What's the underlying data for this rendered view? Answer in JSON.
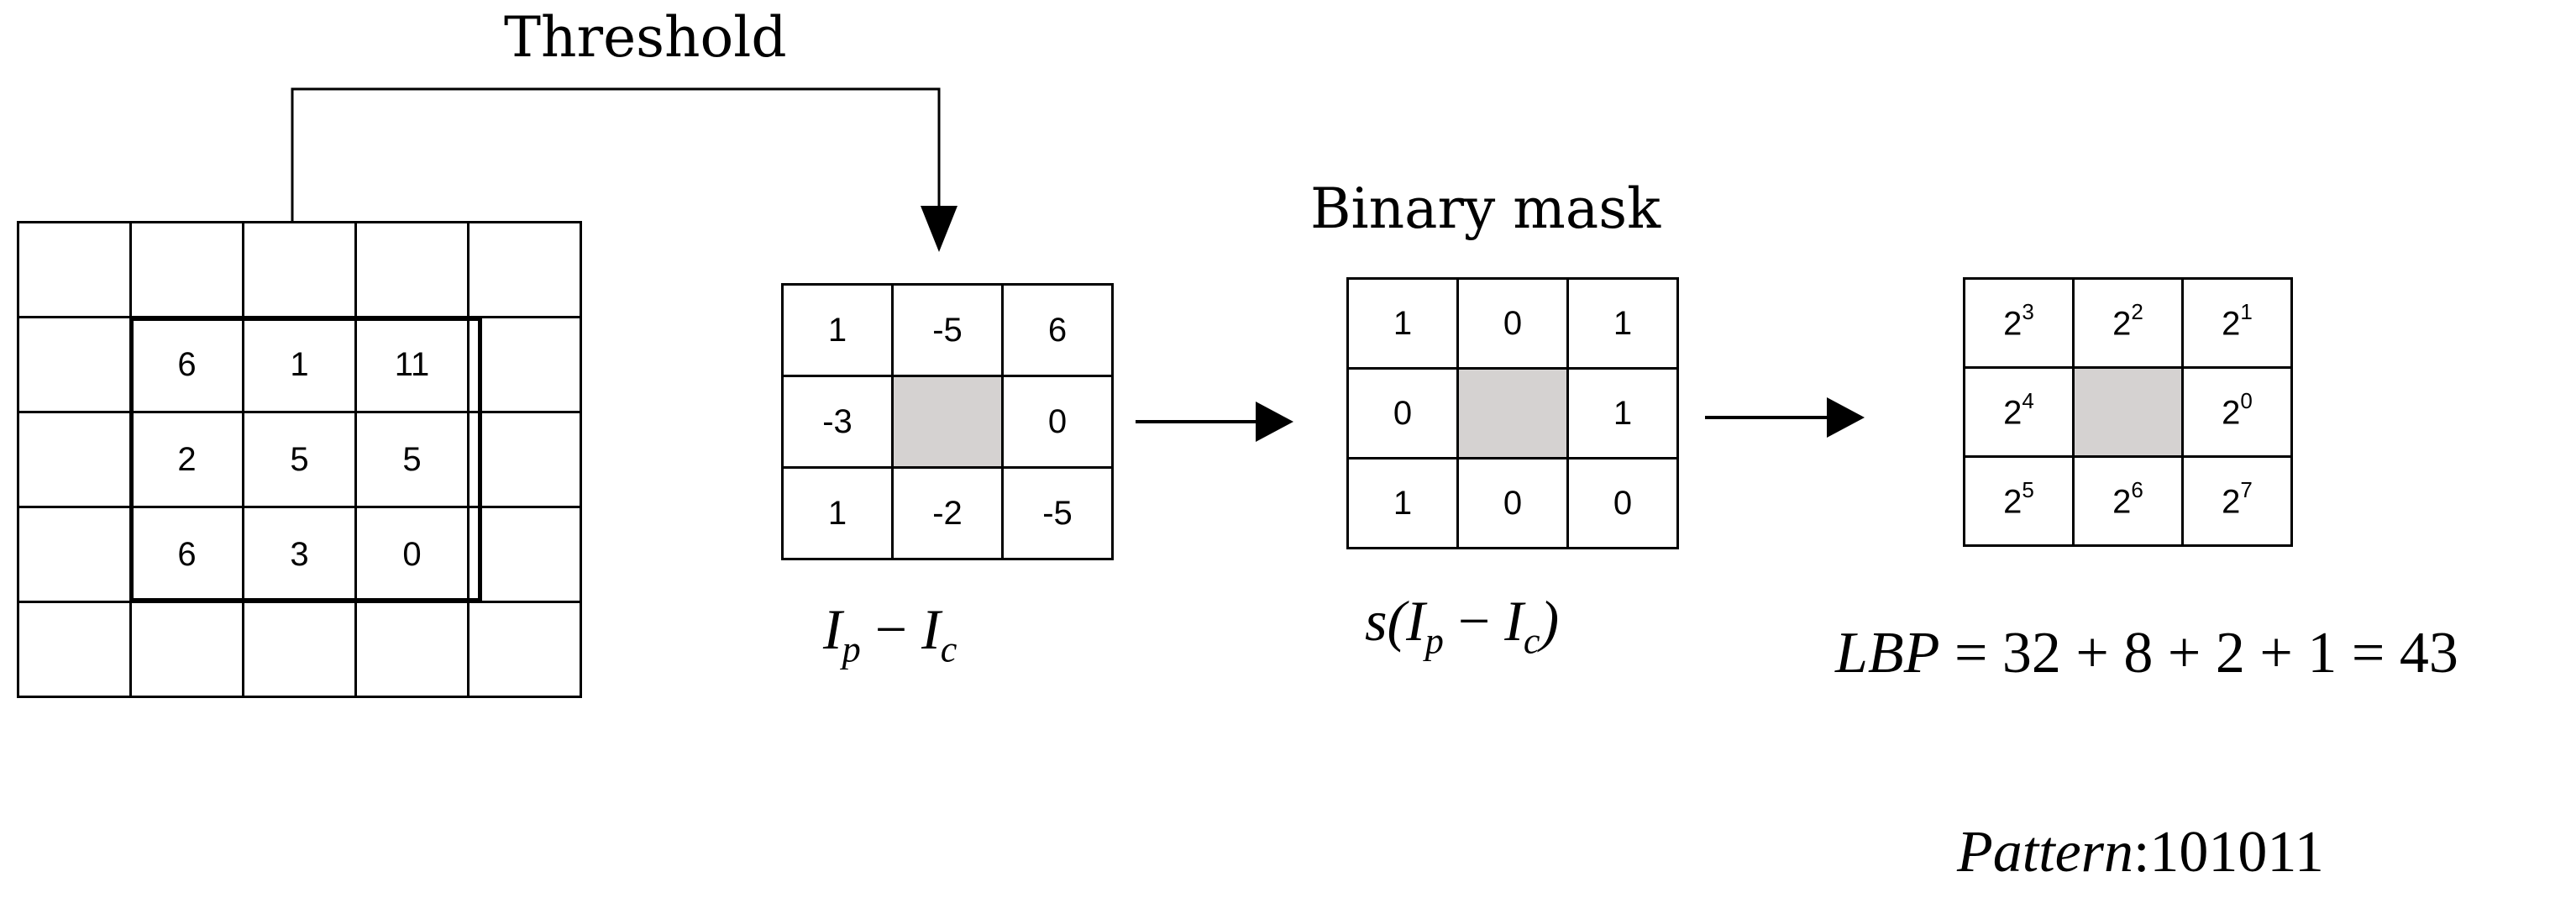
{
  "threshold_label": "Threshold",
  "binary_mask_label": "Binary mask",
  "image_grid": {
    "rows": [
      [
        "",
        "",
        "",
        "",
        ""
      ],
      [
        "",
        "6",
        "1",
        "11",
        ""
      ],
      [
        "",
        "2",
        "5",
        "5",
        ""
      ],
      [
        "",
        "6",
        "3",
        "0",
        ""
      ],
      [
        "",
        "",
        "",
        "",
        ""
      ]
    ]
  },
  "diff_grid": {
    "rows": [
      [
        "1",
        "-5",
        "6"
      ],
      [
        "-3",
        "",
        "0"
      ],
      [
        "1",
        "-2",
        "-5"
      ]
    ],
    "caption": {
      "base1": "I",
      "sub1": "p",
      "op": "−",
      "base2": "I",
      "sub2": "c"
    }
  },
  "mask_grid": {
    "rows": [
      [
        "1",
        "0",
        "1"
      ],
      [
        "0",
        "",
        "1"
      ],
      [
        "1",
        "0",
        "0"
      ]
    ],
    "caption": {
      "fn": "s(",
      "base1": "I",
      "sub1": "p",
      "op": "−",
      "base2": "I",
      "sub2": "c",
      "close": ")"
    }
  },
  "weight_grid": {
    "rows": [
      [
        {
          "base": "2",
          "exp": "3"
        },
        {
          "base": "2",
          "exp": "2"
        },
        {
          "base": "2",
          "exp": "1"
        }
      ],
      [
        {
          "base": "2",
          "exp": "4"
        },
        {
          "base": "",
          "exp": ""
        },
        {
          "base": "2",
          "exp": "0"
        }
      ],
      [
        {
          "base": "2",
          "exp": "5"
        },
        {
          "base": "2",
          "exp": "6"
        },
        {
          "base": "2",
          "exp": "7"
        }
      ]
    ]
  },
  "lbp_formula": {
    "name": "LBP",
    "expr": "= 32 + 8 + 2 + 1 = 43"
  },
  "pattern": {
    "name": "Pattern",
    "sep": ":",
    "value": "101011"
  }
}
